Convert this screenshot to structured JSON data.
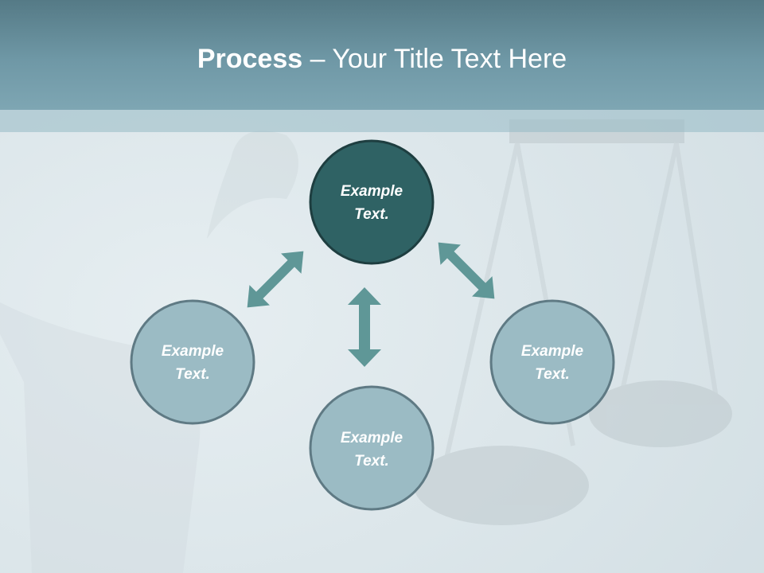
{
  "title": {
    "bold": "Process",
    "rest": " – Your Title Text Here"
  },
  "nodes": [
    {
      "id": "top",
      "line1": "Example",
      "line2": "Text."
    },
    {
      "id": "left",
      "line1": "Example",
      "line2": "Text."
    },
    {
      "id": "bottom",
      "line1": "Example",
      "line2": "Text."
    },
    {
      "id": "right",
      "line1": "Example",
      "line2": "Text."
    }
  ],
  "colors": {
    "header_top": "#557a86",
    "header_bottom": "#7ea6b3",
    "center_node": "#2f6264",
    "outer_node": "#9bbbc4",
    "node_border": "#5f7a84",
    "arrow": "#5f9797"
  }
}
